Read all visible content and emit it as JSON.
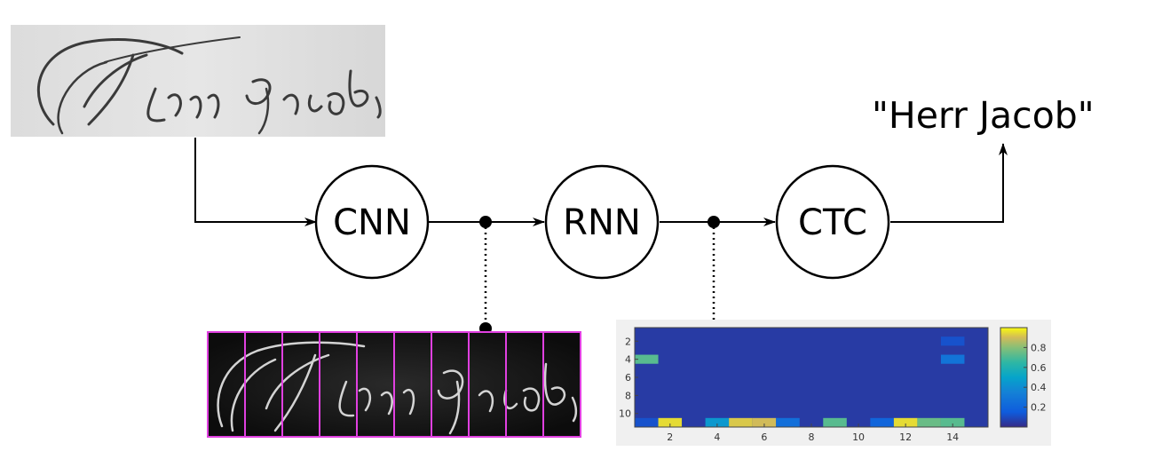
{
  "nodes": {
    "cnn": "CNN",
    "rnn": "RNN",
    "ctc": "CTC"
  },
  "output": "\"Herr Jacob\"",
  "input_image": {
    "depicts": "handwritten-word-crop",
    "lettering": "Herr Jacob"
  },
  "feature_strip": {
    "frames": 10,
    "frame_border_color": "#e040e0",
    "lettering": "Herr Jacob"
  },
  "heatmap": {
    "x_ticks": [
      "2",
      "4",
      "6",
      "8",
      "10",
      "12",
      "14"
    ],
    "y_ticks": [
      "2",
      "4",
      "6",
      "8",
      "10"
    ],
    "colorbar_ticks": [
      "0.8",
      "0.6",
      "0.4",
      "0.2"
    ],
    "rows": 11,
    "cols": 15,
    "background_value": 0.05,
    "cells": [
      {
        "r": 4,
        "c": 1,
        "v": 0.72
      },
      {
        "r": 2,
        "c": 14,
        "v": 0.12
      },
      {
        "r": 4,
        "c": 14,
        "v": 0.28
      },
      {
        "r": 11,
        "c": 1,
        "v": 0.12
      },
      {
        "r": 11,
        "c": 2,
        "v": 0.95
      },
      {
        "r": 11,
        "c": 4,
        "v": 0.45
      },
      {
        "r": 11,
        "c": 5,
        "v": 0.92
      },
      {
        "r": 11,
        "c": 6,
        "v": 0.9
      },
      {
        "r": 11,
        "c": 7,
        "v": 0.25
      },
      {
        "r": 11,
        "c": 9,
        "v": 0.72
      },
      {
        "r": 11,
        "c": 11,
        "v": 0.2
      },
      {
        "r": 11,
        "c": 12,
        "v": 0.95
      },
      {
        "r": 11,
        "c": 13,
        "v": 0.75
      },
      {
        "r": 11,
        "c": 14,
        "v": 0.72
      }
    ]
  }
}
